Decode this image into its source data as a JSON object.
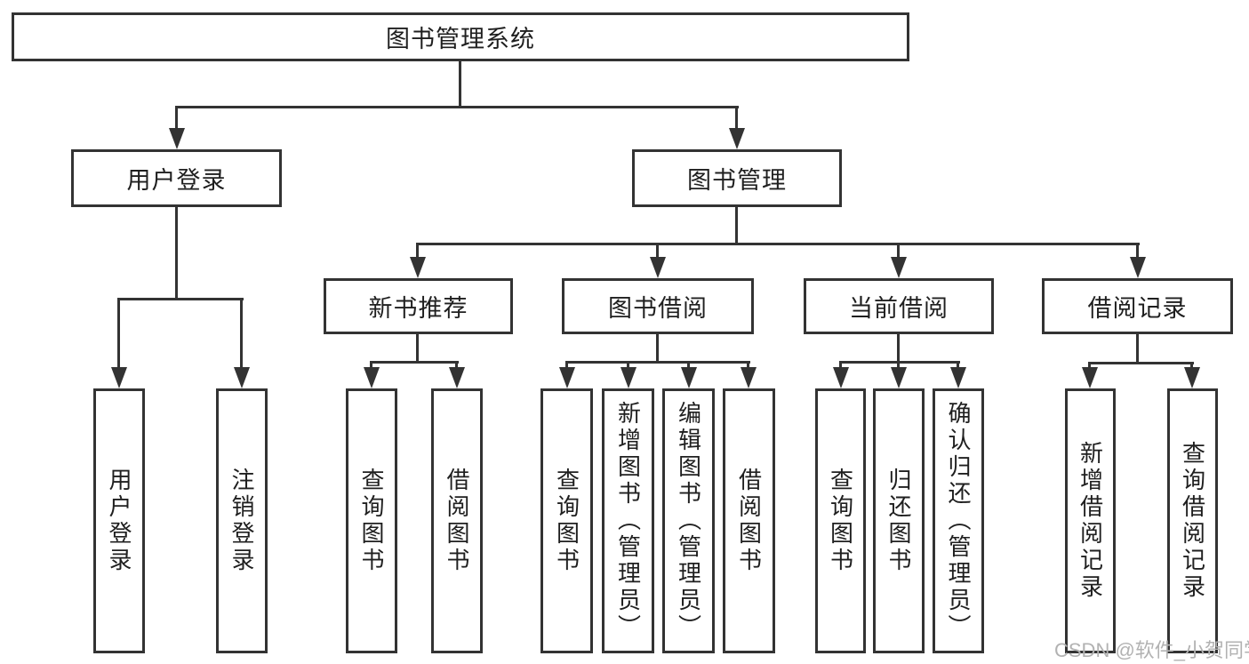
{
  "diagram": {
    "root": {
      "label": "图书管理系统"
    },
    "level2": {
      "user_login": {
        "label": "用户登录"
      },
      "book_management": {
        "label": "图书管理"
      }
    },
    "level3": {
      "new_book_recommendation": {
        "label": "新书推荐"
      },
      "book_borrowing": {
        "label": "图书借阅"
      },
      "current_borrowing": {
        "label": "当前借阅"
      },
      "borrowing_records": {
        "label": "借阅记录"
      }
    },
    "level4": {
      "under_user_login": {
        "user_login": {
          "label": "用户登录"
        },
        "logout": {
          "label": "注销登录"
        }
      },
      "under_new_book_recommendation": {
        "query_books": {
          "label": "查询图书"
        },
        "borrow_books": {
          "label": "借阅图书"
        }
      },
      "under_book_borrowing": {
        "query_books": {
          "label": "查询图书"
        },
        "add_books_admin": {
          "label": "新增图书（管理员）"
        },
        "edit_books_admin": {
          "label": "编辑图书（管理员）"
        },
        "borrow_books": {
          "label": "借阅图书"
        }
      },
      "under_current_borrowing": {
        "query_books": {
          "label": "查询图书"
        },
        "return_books": {
          "label": "归还图书"
        },
        "confirm_return_admin": {
          "label": "确认归还（管理员）"
        }
      },
      "under_borrowing_records": {
        "add_borrow_record": {
          "label": "新增借阅记录"
        },
        "query_borrow_record": {
          "label": "查询借阅记录"
        }
      }
    }
  },
  "watermark": {
    "text": "CSDN @软件_小贺同学"
  },
  "colors": {
    "line": "#333333",
    "text": "#1f1f1f",
    "watermark": "#b2b2b2",
    "background": "#ffffff"
  }
}
